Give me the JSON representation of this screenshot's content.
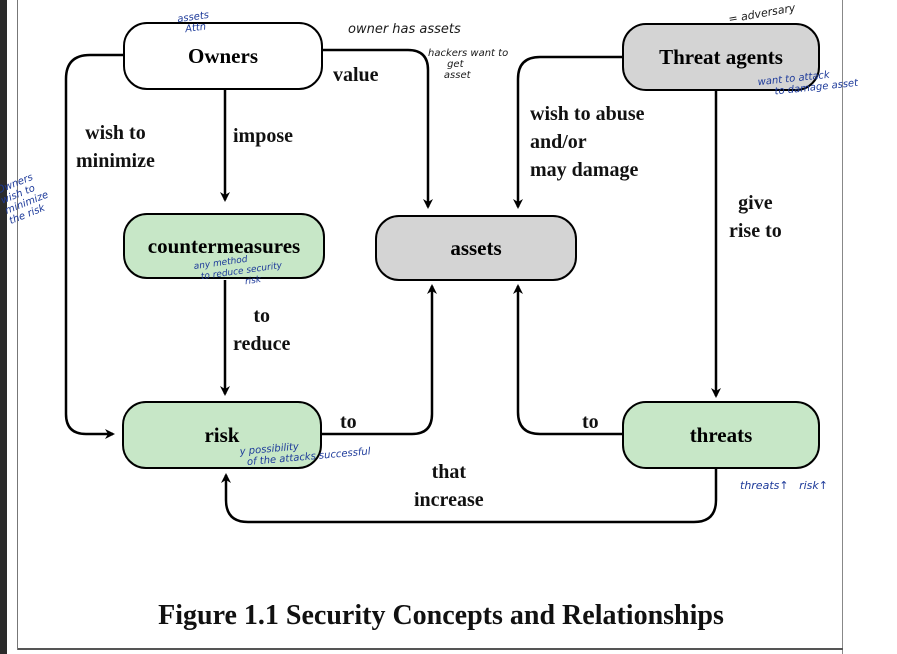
{
  "nodes": {
    "owners": "Owners",
    "threat_agents": "Threat agents",
    "countermeasures": "countermeasures",
    "assets": "assets",
    "risk": "risk",
    "threats": "threats"
  },
  "edge_labels": {
    "value": "value",
    "impose": "impose",
    "wish_to_minimize": "wish to\nminimize",
    "wish_to_abuse": "wish to abuse\nand/or\nmay damage",
    "give_rise_to": "give\nrise to",
    "to_reduce": "to\nreduce",
    "risk_to": "to",
    "threats_to": "to",
    "that_increase": "that\nincrease"
  },
  "caption": "Figure 1.1  Security Concepts and Relationships",
  "annotations": {
    "owners_note": "assets\n  Attn",
    "owner_has_assets": "owner has assets",
    "hackers_want": "hackers want to\n      get\n     asset",
    "adversary": "= adversary",
    "want_to_attack": "want to attack\n     to damage asset",
    "owners_side": "Owners\nwish to\nminimize\nthe risk",
    "any_method": "any method\n  to reduce security\n                 risk",
    "possibility": "y possibility\n  of the attacks successful",
    "threats_up": "threats↑   risk↑"
  },
  "colors": {
    "white_node": "#ffffff",
    "gray_node": "#d4d4d4",
    "green_node": "#c7e7c7",
    "handwriting": "#1d3a9a"
  }
}
